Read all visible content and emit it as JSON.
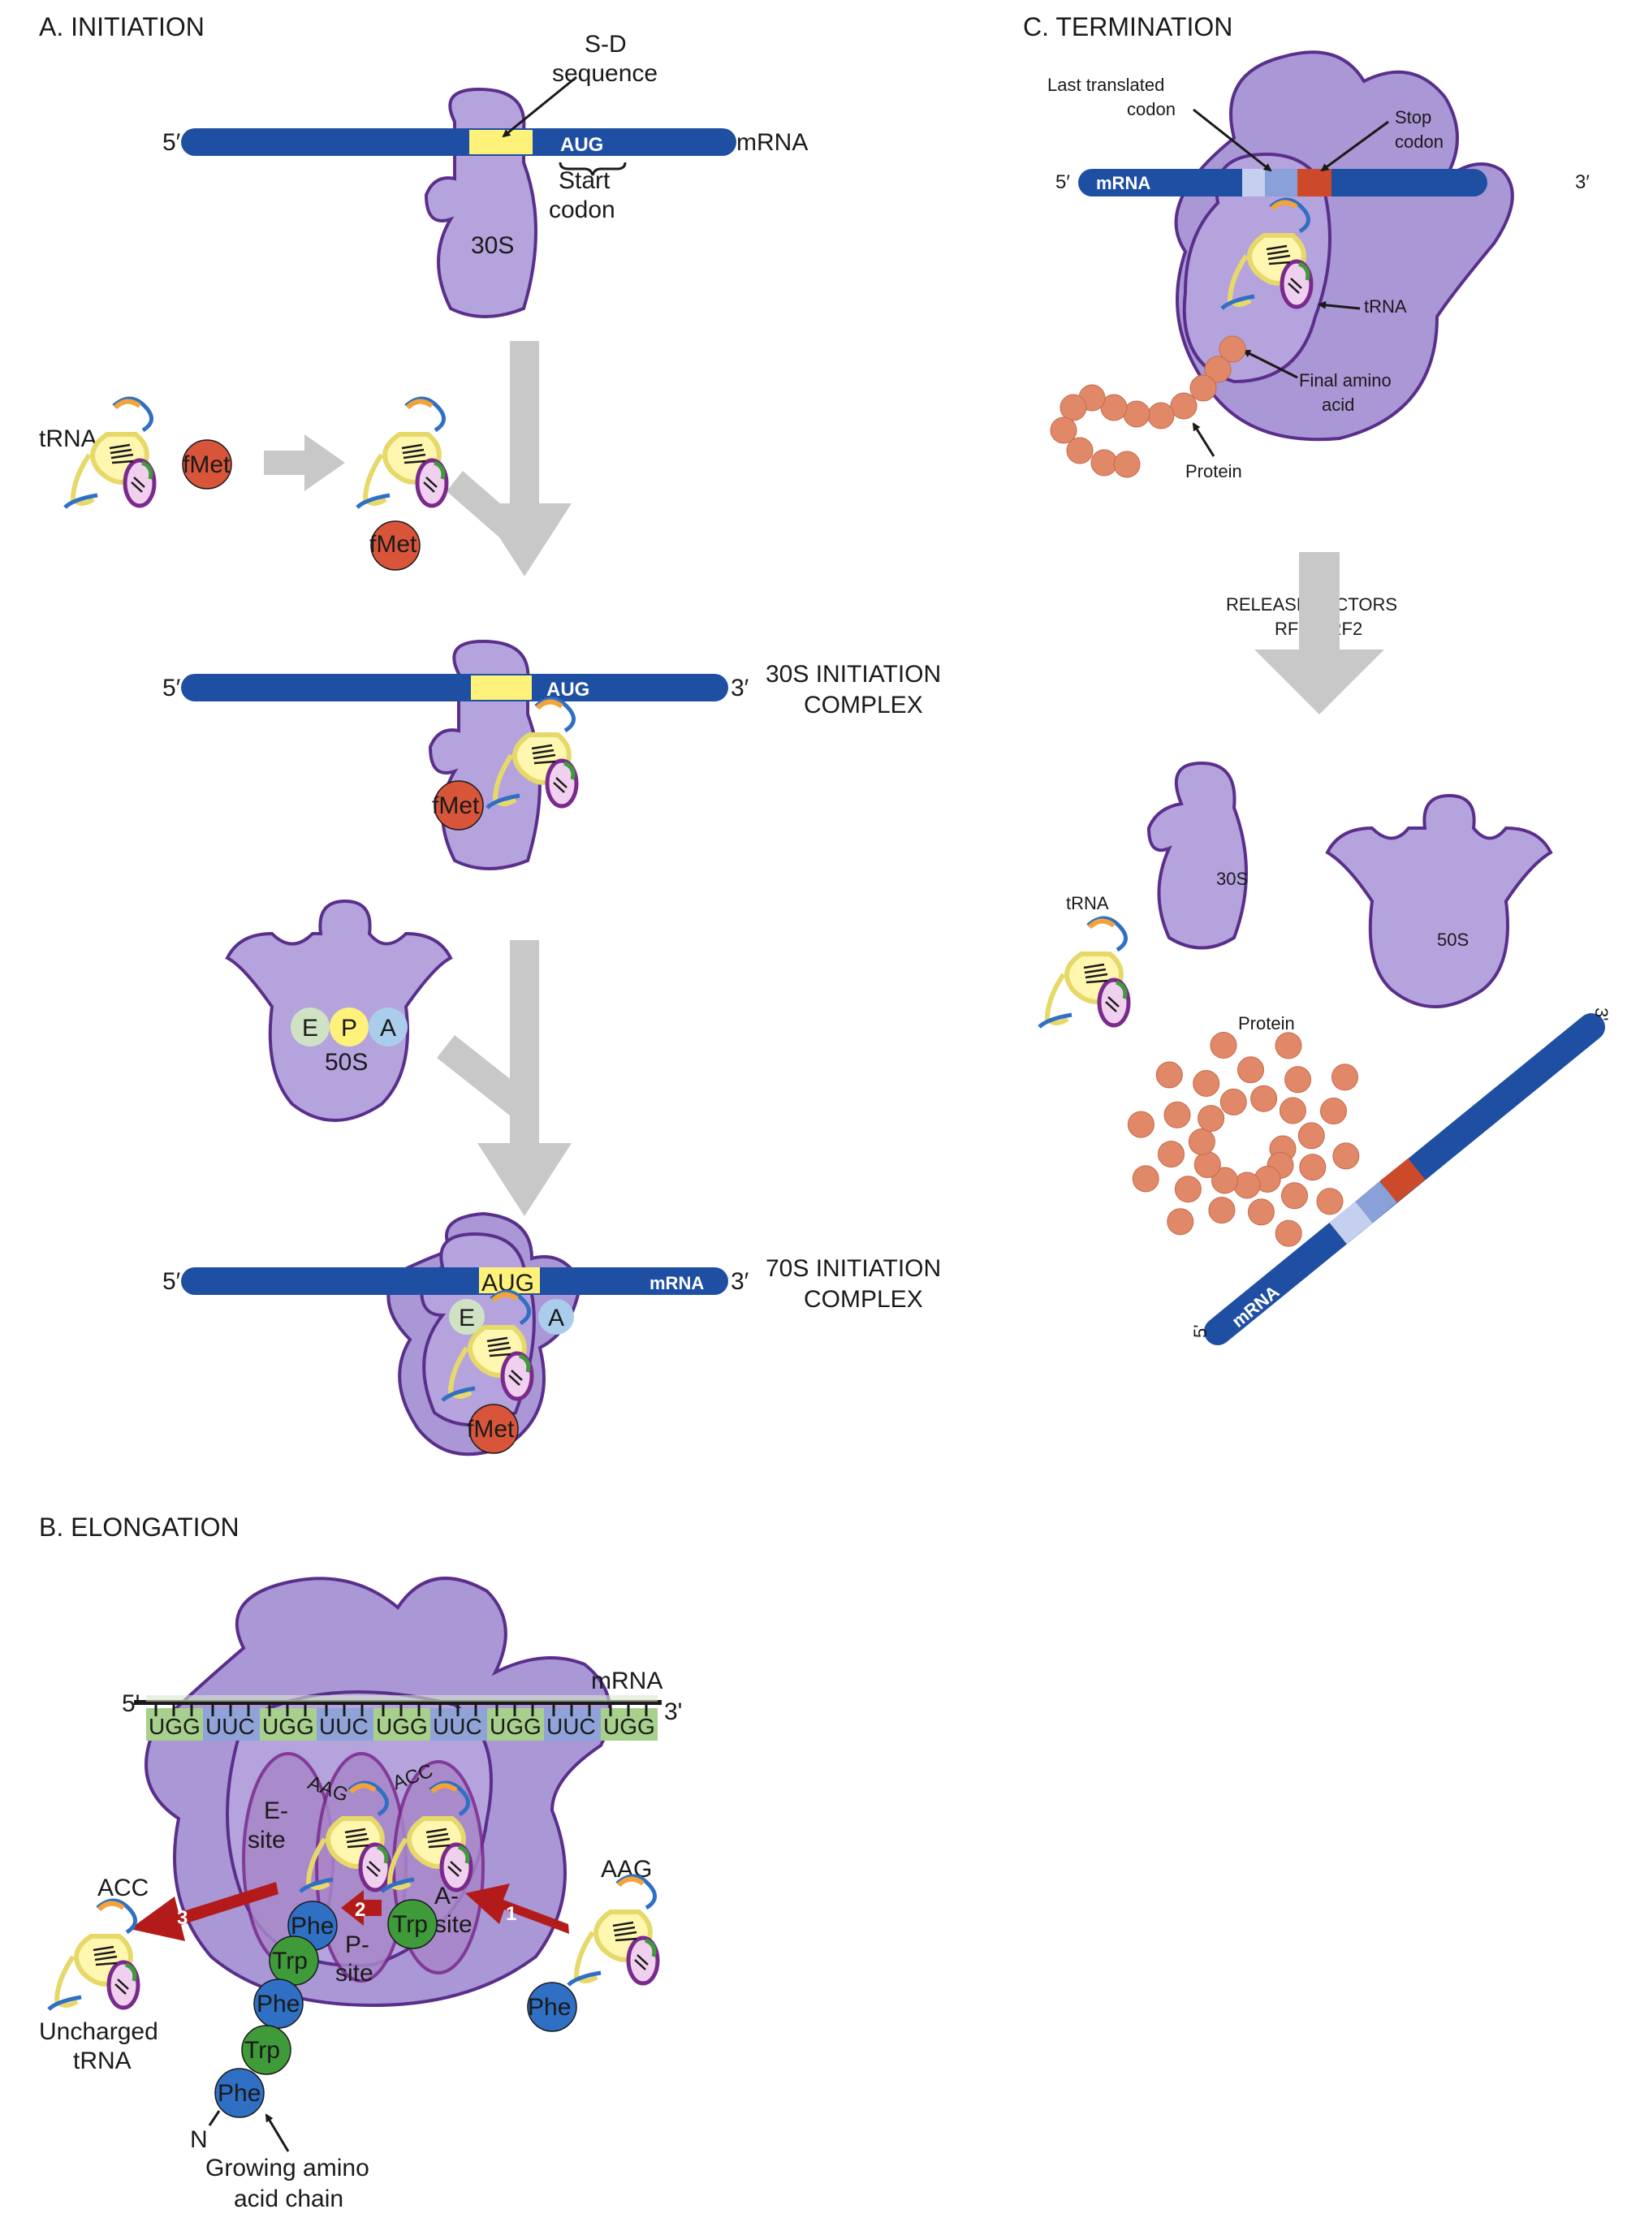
{
  "sections": {
    "initiation": {
      "heading": "A. INITIATION",
      "five_prime": "5′",
      "three_prime": "3′",
      "mrna_label": "mRNA",
      "sd_label_1": "S-D",
      "sd_label_2": "sequence",
      "aug": "AUG",
      "start_1": "Start",
      "start_2": "codon",
      "subunit_30s": "30S",
      "trna": "tRNA",
      "fmet": "fMet",
      "complex30_1": "30S INITIATION",
      "complex30_2": "COMPLEX",
      "site_e": "E",
      "site_p": "P",
      "site_a": "A",
      "subunit_50s": "50S",
      "mrna_small": "mRNA",
      "complex70_1": "70S INITIATION",
      "complex70_2": "COMPLEX"
    },
    "elongation": {
      "heading": "B. ELONGATION",
      "five_prime": "5'",
      "three_prime": "3'",
      "mrna_label": "mRNA",
      "codons": [
        "UGG",
        "UUC",
        "UGG",
        "UUC",
        "UGG",
        "UUC",
        "UGG",
        "UUC",
        "UGG"
      ],
      "anticodon_p": "AAG",
      "anticodon_a": "ACC",
      "e_site_1": "E-",
      "e_site_2": "site",
      "p_site_1": "P-",
      "p_site_2": "site",
      "a_site_1": "A-",
      "a_site_2": "site",
      "step_1": "1",
      "step_2": "2",
      "step_3": "3",
      "out_anticodon": "ACC",
      "in_anticodon": "AAG",
      "uncharged_1": "Uncharged",
      "uncharged_2": "tRNA",
      "chain": [
        "Phe",
        "Trp",
        "Phe",
        "Trp",
        "Phe"
      ],
      "trp_a": "Trp",
      "phe_in": "Phe",
      "n_term": "N",
      "growing_1": "Growing amino",
      "growing_2": "acid chain"
    },
    "termination": {
      "heading": "C. TERMINATION",
      "last_1": "Last translated",
      "last_2": "codon",
      "stop_1": "Stop",
      "stop_2": "codon",
      "five_prime": "5′",
      "three_prime": "3′",
      "mrna_label": "mRNA",
      "trna": "tRNA",
      "final_1": "Final amino",
      "final_2": "acid",
      "protein": "Protein",
      "release_1": "RELEASE FACTORS",
      "release_2": "RF1 + RF2",
      "subunit_30s": "30S",
      "subunit_50s": "50S",
      "trna_free": "tRNA",
      "protein_free": "Protein",
      "end_3": "3'",
      "end_5": "5'",
      "mrna_free": "mRNA"
    }
  },
  "colors": {
    "ribosome": "#b5a3dd",
    "ribosome_outline": "#5a2f8c",
    "mrna": "#1f4fa3",
    "sd_sequence": "#fff27a",
    "fmet": "#d9553a",
    "phe": "#2f6fc4",
    "trp": "#3f9a3a",
    "protein_bead": "#e08868",
    "stop_codon": "#cc4a2a",
    "last_codon": "#8aa0d8",
    "site_e": "#cfe3c4",
    "site_p": "#fff27a",
    "site_a": "#a9cdeb",
    "codon_green": "#a8d08d",
    "codon_blue": "#8fa3d8",
    "arrow_gray": "#c8c8c8",
    "arrow_red": "#b31b1b"
  },
  "icons": [
    "trna-cloverleaf-icon",
    "ribosome-30s-icon",
    "ribosome-50s-icon",
    "ribosome-70s-icon",
    "process-arrow-icon"
  ]
}
